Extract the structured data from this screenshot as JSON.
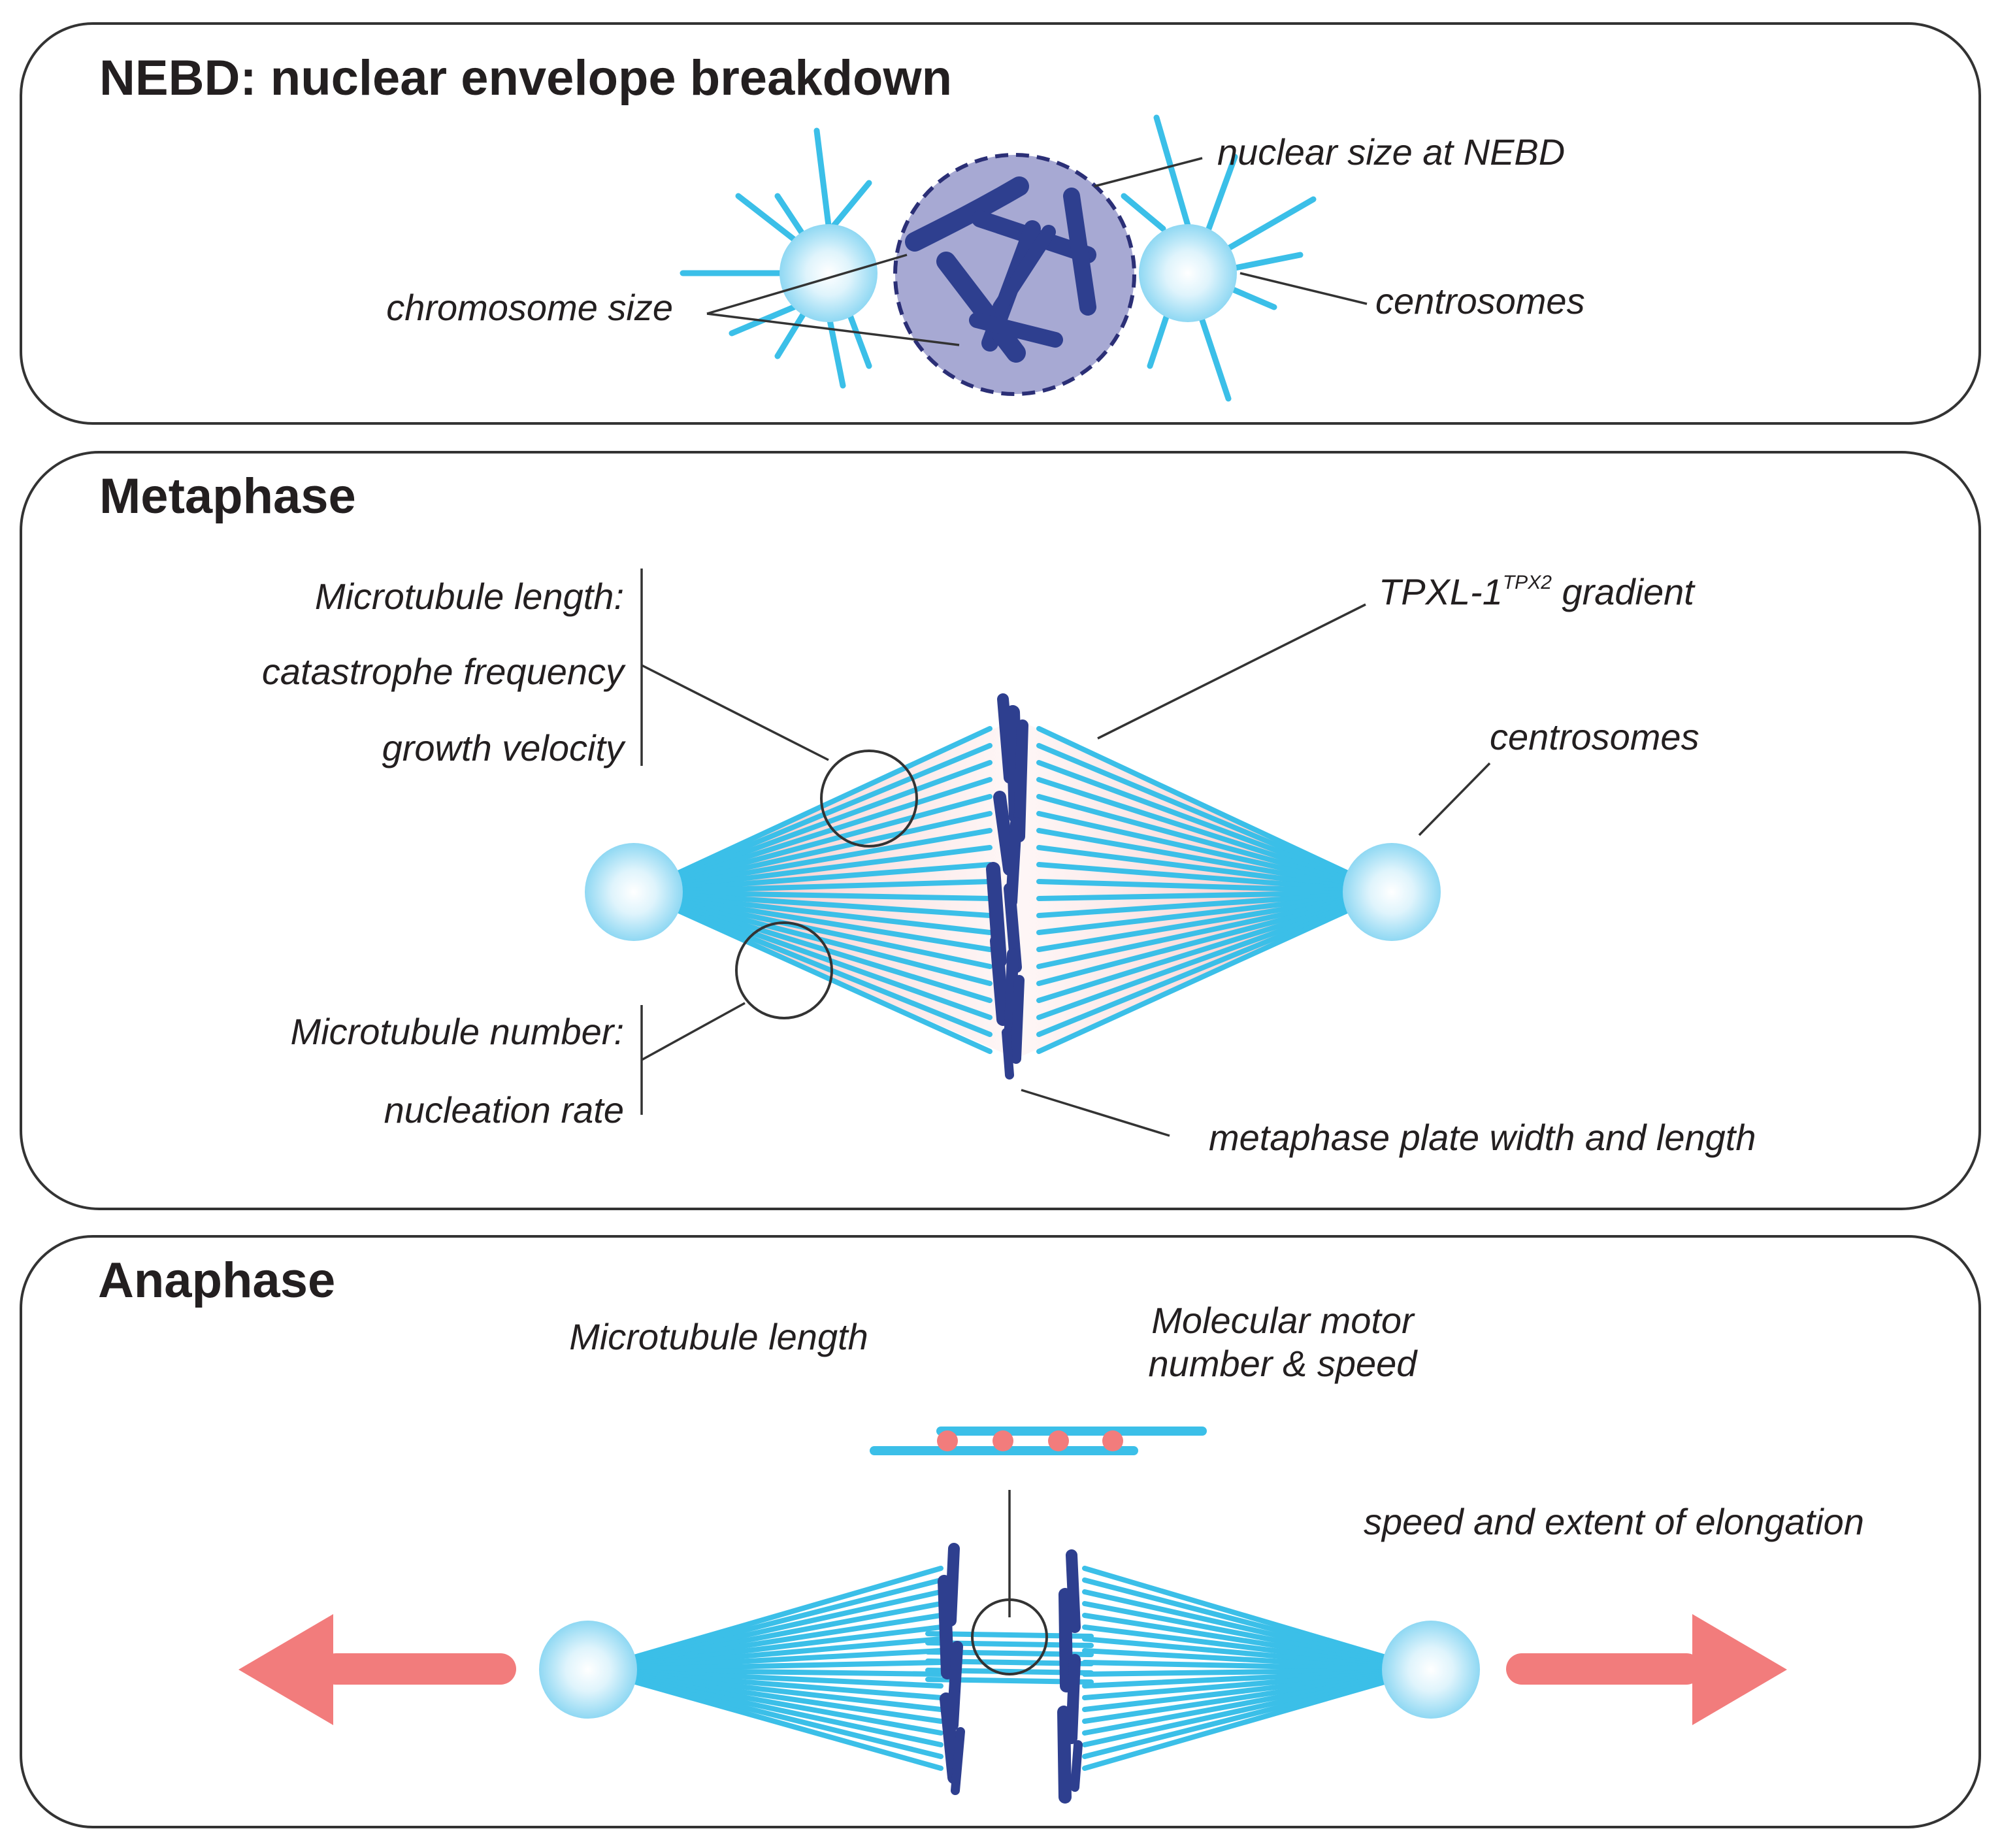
{
  "colors": {
    "microtubule": "#3bbfe8",
    "centrosome_core": "#ffffff",
    "centrosome_edge": "#8fd8f3",
    "chromosome": "#2e3f8f",
    "nucleus_fill": "#a7a9d3",
    "nucleus_outline": "#2b2f76",
    "gradient_pink": "#f29391",
    "arrow": "#f27c7c",
    "panel_border": "#333333",
    "leader_line": "#333333"
  },
  "panels": {
    "nebd": {
      "title": "NEBD: nuclear envelope breakdown",
      "labels": {
        "nuclear_size": "nuclear size at NEBD",
        "chromosome_size": "chromosome size",
        "centrosomes": "centrosomes"
      }
    },
    "metaphase": {
      "title": "Metaphase",
      "labels": {
        "mt_length_heading": "Microtubule length:",
        "catastrophe": "catastrophe frequency",
        "growth": "growth velocity",
        "tpxl_main": "TPXL-1",
        "tpxl_sup": "TPX2",
        "tpxl_suffix": " gradient",
        "centrosomes": "centrosomes",
        "mt_number_heading": "Microtubule number:",
        "nucleation": "nucleation rate",
        "plate": "metaphase plate width and length"
      }
    },
    "anaphase": {
      "title": "Anaphase",
      "labels": {
        "mt_length": "Microtubule length",
        "motor_line1": "Molecular motor",
        "motor_line2": "number & speed",
        "elongation": "speed and extent of elongation"
      }
    }
  },
  "icons": {
    "centrosome": "centrosome-icon",
    "chromosome": "chromosome-icon",
    "nucleus": "nucleus-icon",
    "arrow_left": "arrow-left-icon",
    "arrow_right": "arrow-right-icon",
    "motor": "motor-protein-icon"
  }
}
